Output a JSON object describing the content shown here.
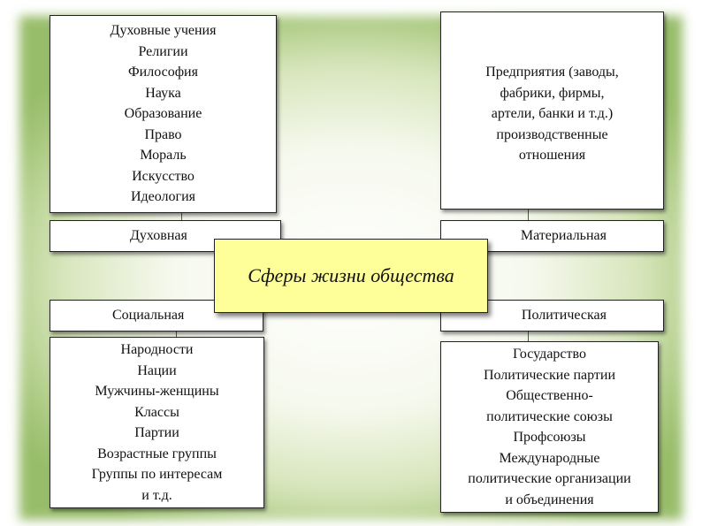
{
  "spheres": {
    "spiritual": {
      "label": "Духовная",
      "items": [
        "Духовные учения",
        "Религии",
        "Философия",
        "Наука",
        "Образование",
        "Право",
        "Мораль",
        "Искусство",
        "Идеология"
      ]
    },
    "material": {
      "label": "Материальная",
      "items": [
        "Предприятия (заводы,",
        "фабрики, фирмы,",
        "артели, банки и т.д.)",
        "производственные",
        "отношения"
      ]
    },
    "social": {
      "label": "Социальная",
      "items": [
        "Народности",
        "Нации",
        "Мужчины-женщины",
        "Классы",
        "Партии",
        "Возрастные группы",
        "Группы по интересам",
        "и т.д."
      ]
    },
    "political": {
      "label": "Политическая",
      "items": [
        "Государство",
        "Политические партии",
        "Общественно-",
        "политические союзы",
        "Профсоюзы",
        "Международные",
        "политические организации",
        "и объединения"
      ]
    }
  },
  "center": {
    "title": "Сферы жизни общества"
  },
  "colors": {
    "center_fill": "#ffff99",
    "background_glow": "#98bd6a"
  }
}
